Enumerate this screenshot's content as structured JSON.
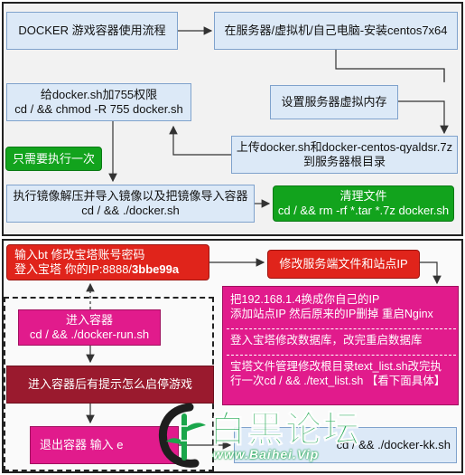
{
  "flow": {
    "title": "DOCKER 游戏容器使用流程",
    "install": "在服务器/虚拟机/自己电脑-安装centos7x64",
    "memory": "设置服务器虚拟内存",
    "upload": [
      "上传docker.sh和docker-centos-qyaldsr.7z",
      "到服务器根目录"
    ],
    "chmod": [
      "给docker.sh加755权限",
      "cd / && chmod -R 755 docker.sh"
    ],
    "once": "只需要执行一次",
    "import": [
      "执行镜像解压并导入镜像以及把镜像导入容器",
      "cd / && ./docker.sh"
    ],
    "cleanup": [
      "清理文件",
      "cd / && rm -rf *.tar *.7z docker.sh"
    ],
    "bt": [
      "输入bt 修改宝塔账号密码",
      "登入宝塔 你的IP:8888/",
      "3bbe99a"
    ],
    "modify": "修改服务端文件和站点IP",
    "enter": [
      "进入容器",
      "cd / && ./docker-run.sh"
    ],
    "hint": "进入容器后有提示怎么启停游戏",
    "exit": "退出容器 输入 e",
    "kk": "cd / && ./docker-kk.sh",
    "notes": {
      "s1": [
        "把192.168.1.4换成你自己的IP",
        "添加站点IP 然后原来的IP删掉 重启Nginx"
      ],
      "s2": [
        "登入宝塔修改数据库，改完重启数据库"
      ],
      "s3": [
        "宝塔文件管理修改根目录text_list.sh改完执",
        "行一次cd / && ./text_list.sh 【看下面具体】"
      ]
    }
  },
  "watermark": {
    "title": "白黑论坛",
    "url": "www.Baihei.Vip"
  }
}
